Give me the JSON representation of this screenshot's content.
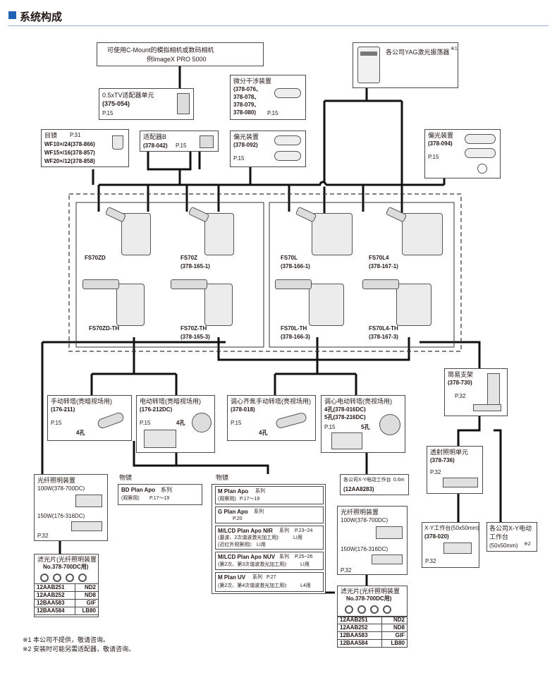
{
  "header": {
    "title": "系统构成"
  },
  "camera": {
    "line1": "可使用C-Mount的模拟相机或数码相机",
    "line2": "例ImageX PRO 5000"
  },
  "yag": {
    "label": "各公司YAG激光振荡器",
    "note": "※1"
  },
  "tv_adapter": {
    "name": "0.5xTV适配器单元",
    "code": "(375-054)",
    "page": "P.15"
  },
  "interference": {
    "name": "微分干涉装置",
    "codes": [
      "(378-076、",
      "378-078、",
      "378-079、",
      "378-080)"
    ],
    "page": "P.15"
  },
  "eyepiece": {
    "name": "目镜",
    "page": "P.31",
    "items": [
      "WF10×/24(378-866)",
      "WF15×/16(378-857)",
      "WF20×/12(378-858)"
    ]
  },
  "adapter_b": {
    "name": "适配器B",
    "code": "(378-042)",
    "page": "P.15"
  },
  "polarizer1": {
    "name": "偏光装置",
    "code": "(378-092)",
    "page": "P.15"
  },
  "polarizer2": {
    "name": "偏光装置",
    "code": "(378-094)",
    "page": "P.15"
  },
  "microscopes": [
    {
      "name": "FS70ZD",
      "code": ""
    },
    {
      "name": "FS70Z",
      "code": "(378-165-1)"
    },
    {
      "name": "FS70ZD-TH",
      "code": ""
    },
    {
      "name": "FS70Z-TH",
      "code": "(378-165-3)"
    },
    {
      "name": "FS70L",
      "code": "(378-166-1)"
    },
    {
      "name": "FS70L4",
      "code": "(378-167-1)"
    },
    {
      "name": "FS70L-TH",
      "code": "(378-166-3)"
    },
    {
      "name": "FS70L4-TH",
      "code": "(378-167-3)"
    }
  ],
  "stand": {
    "name": "简易支架",
    "code": "(378-730)",
    "page": "P.32"
  },
  "turret1": {
    "name": "手动转塔(亮暗视场用)",
    "code": "(176-211)",
    "page": "P.15",
    "holes": "4孔"
  },
  "turret2": {
    "name": "电动转塔(亮暗视场用)",
    "code": "(176-212DC)",
    "page": "P.15",
    "holes": "4孔"
  },
  "turret3": {
    "name": "调心齐焦手动转塔(亮视场用)",
    "code": "(378-018)",
    "page": "P.15",
    "holes": "4孔"
  },
  "turret4": {
    "name": "调心电动转塔(亮视场用)",
    "code1": "4孔(378-016DC)",
    "code2": "5孔(378-216DC)",
    "page": "P.15",
    "holes": "5孔"
  },
  "transmitted": {
    "name": "透射照明单元",
    "code": "(378-736)",
    "page": "P.32"
  },
  "fiber1": {
    "name": "光纤照明装置",
    "item1": "100W(378-700DC)",
    "item2": "150W(176-316DC)",
    "page": "P.32"
  },
  "fiber2": {
    "name": "光纤照明装置",
    "item1": "100W(378-700DC)",
    "item2": "150W(176-316DC)",
    "page": "P.32"
  },
  "xy_other": {
    "line1": "各公司X-Y电动工作台",
    "size": "0.6m",
    "code": "(12AA8283)"
  },
  "objective_left": {
    "title": "物镜",
    "name": "BD Plan Apo",
    "series": "系列",
    "sub": "(观察用)",
    "page": "P.17〜19"
  },
  "objective_right": {
    "title": "物镜",
    "items": [
      {
        "name": "M Plan Apo",
        "series": "系列",
        "sub": "(观察用)",
        "page": "P.17〜19",
        "extra": ""
      },
      {
        "name": "G Plan Apo",
        "series": "系列",
        "sub": "",
        "page": "P.20",
        "extra": ""
      },
      {
        "name": "M/LCD Plan Apo NIR",
        "series": "系列",
        "sub": "(基波、2次谐波激光加工用):",
        "page": "P.23~24",
        "extra": "(近红外观察用):",
        "extra2": "LI用"
      },
      {
        "name": "M/LCD Plan Apo NUV",
        "series": "系列",
        "sub": "(第2次、第3次谐波激光加工用):",
        "page": "P.25~26",
        "extra": "LI用"
      },
      {
        "name": "M Plan UV",
        "series": "系列",
        "sub": "(第2次、第4次谐波激光加工用):",
        "page": "P.27",
        "extra": "L4用"
      }
    ]
  },
  "li_use": "LI用",
  "xy_stage": {
    "name": "X-Y工作台(50x50mm)",
    "code": "(378-020)",
    "page": "P.32"
  },
  "xy_motor": {
    "line1": "各公司X-Y电动",
    "line2": "工作台",
    "line3": "(50x50mm)",
    "note": "※2"
  },
  "filters1": {
    "title": "滤光片(光纤照明装置",
    "sub": "No.378-700DC用)",
    "rows": [
      [
        "12AAB251",
        "ND2"
      ],
      [
        "12AAB252",
        "ND8"
      ],
      [
        "12BAA583",
        "GIF"
      ],
      [
        "12BAA584",
        "LB80"
      ]
    ]
  },
  "filters2": {
    "title": "滤光片(光纤照明装置",
    "sub": "No.378-700DC用)",
    "rows": [
      [
        "12AAB251",
        "ND2"
      ],
      [
        "12AAB252",
        "ND8"
      ],
      [
        "12BAA583",
        "GIF"
      ],
      [
        "12BAA584",
        "LB80"
      ]
    ]
  },
  "footnotes": [
    "※1 本公司不提供，敬请咨询。",
    "※2 安装时可能另需适配器，敬请咨询。"
  ]
}
